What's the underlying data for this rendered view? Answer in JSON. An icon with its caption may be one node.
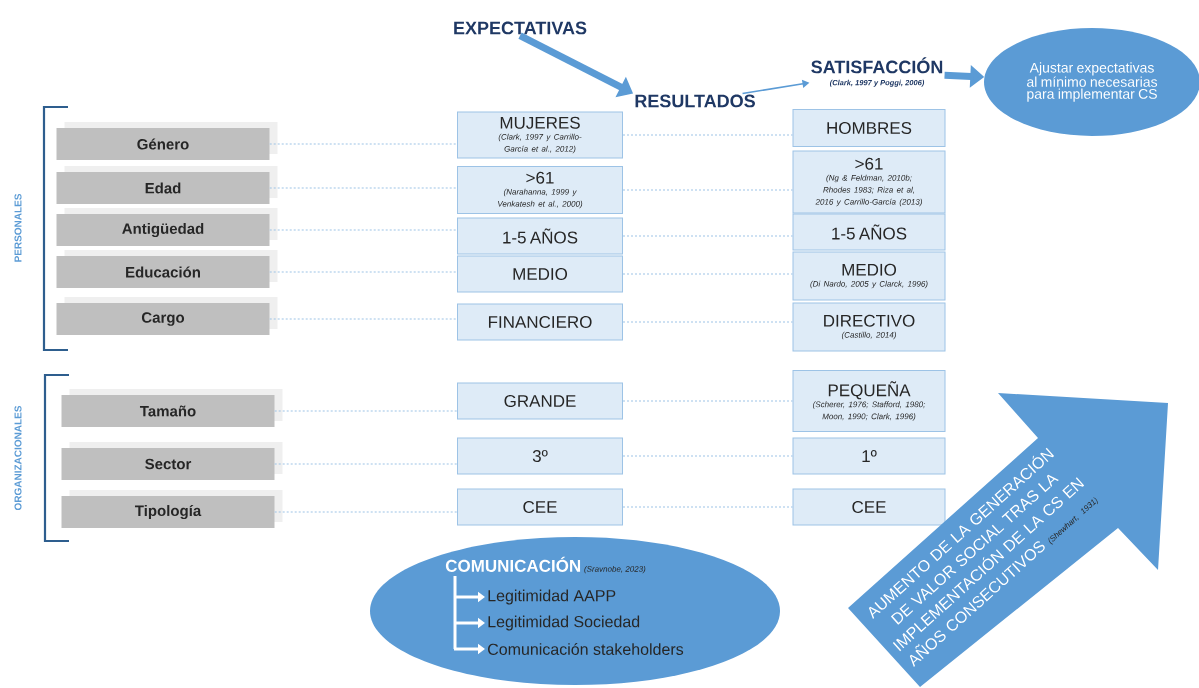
{
  "diagram": {
    "nodes": [
      {
        "text": [
          "EXPECTATIVAS"
        ]
      },
      {
        "text": [
          "RESULTADOS"
        ]
      },
      {
        "text": [
          "SATISFACCIÓN",
          "(Clark, 1997 y Poggi, 2006)"
        ]
      },
      {
        "text": [
          "Ajustar expectativas al mínimo necesarias para implementar CS"
        ]
      },
      {
        "text": [
          "Género"
        ]
      },
      {
        "text": [
          "Edad"
        ]
      },
      {
        "text": [
          "Antigüedad"
        ]
      },
      {
        "text": [
          "Educación"
        ]
      },
      {
        "text": [
          "Cargo"
        ]
      },
      {
        "text": [
          "Tamaño"
        ]
      },
      {
        "text": [
          "Sector"
        ]
      },
      {
        "text": [
          "Tipología"
        ]
      },
      {
        "text": [
          "MUJERES",
          "(Clark, 1997 y Carrillo-García et al., 2012)"
        ]
      },
      {
        "text": [
          ">61",
          "(Narahanna, 1999 y Venkatesh et al., 2000)"
        ]
      },
      {
        "text": [
          "1-5 AÑOS"
        ]
      },
      {
        "text": [
          "MEDIO"
        ]
      },
      {
        "text": [
          "FINANCIERO"
        ]
      },
      {
        "text": [
          "GRANDE"
        ]
      },
      {
        "text": [
          "3º"
        ]
      },
      {
        "text": [
          "CEE"
        ]
      },
      {
        "text": [
          "HOMBRES"
        ]
      },
      {
        "text": [
          ">61",
          "(Ng & Feldman, 2010b; Rhodes 1983; Riza et al, 2016 y Carrillo-García (2013)"
        ]
      },
      {
        "text": [
          "1-5 AÑOS"
        ]
      },
      {
        "text": [
          "MEDIO",
          "(Di Nardo, 2005 y Clarck, 1996)"
        ]
      },
      {
        "text": [
          "DIRECTIVO",
          "(Castillo, 2014)"
        ]
      },
      {
        "text": [
          "PEQUEÑA",
          "(Scherer, 1976; Stafford, 1980; Moon, 1990; Clark, 1996)"
        ]
      },
      {
        "text": [
          "1º"
        ]
      },
      {
        "text": [
          "CEE"
        ]
      },
      {
        "text": [
          "COMUNICACIÓN",
          "(Sravnobe, 2023)",
          "Legitimidad AAPP",
          "Legitimidad Sociedad",
          "Comunicación stakeholders"
        ]
      },
      {
        "text": [
          "AUMENTO DE LA GENERACIÓN DE VALOR SOCIAL TRAS LA IMPLEMENTACIÓN DE LA CS EN AÑOS CONSECUTIVOS",
          "(Shewhart, 1931)"
        ]
      }
    ],
    "edges": [
      {
        "from": 0,
        "to": 1,
        "arrow": "to",
        "style": "thick"
      },
      {
        "from": 1,
        "to": 2,
        "arrow": "to"
      },
      {
        "from": 2,
        "to": 3,
        "arrow": "to",
        "style": "thick"
      },
      {
        "from": 4,
        "to": 12,
        "arrow": "none",
        "style": "dashed",
        "color": "#9dc3e6"
      },
      {
        "from": 12,
        "to": 20,
        "arrow": "none",
        "style": "dashed",
        "color": "#9dc3e6"
      },
      {
        "from": 5,
        "to": 13,
        "arrow": "none",
        "style": "dashed",
        "color": "#9dc3e6"
      },
      {
        "from": 13,
        "to": 21,
        "arrow": "none",
        "style": "dashed",
        "color": "#9dc3e6"
      },
      {
        "from": 6,
        "to": 14,
        "arrow": "none",
        "style": "dashed",
        "color": "#9dc3e6"
      },
      {
        "from": 14,
        "to": 22,
        "arrow": "none",
        "style": "dashed",
        "color": "#9dc3e6"
      },
      {
        "from": 7,
        "to": 15,
        "arrow": "none",
        "style": "dashed",
        "color": "#9dc3e6"
      },
      {
        "from": 15,
        "to": 23,
        "arrow": "none",
        "style": "dashed",
        "color": "#9dc3e6"
      },
      {
        "from": 8,
        "to": 16,
        "arrow": "none",
        "style": "dashed",
        "color": "#9dc3e6"
      },
      {
        "from": 16,
        "to": 24,
        "arrow": "none",
        "style": "dashed",
        "color": "#9dc3e6"
      },
      {
        "from": 9,
        "to": 17,
        "arrow": "none",
        "style": "dashed",
        "color": "#9dc3e6"
      },
      {
        "from": 17,
        "to": 25,
        "arrow": "none",
        "style": "dashed",
        "color": "#9dc3e6"
      },
      {
        "from": 10,
        "to": 18,
        "arrow": "none",
        "style": "dashed",
        "color": "#9dc3e6"
      },
      {
        "from": 18,
        "to": 26,
        "arrow": "none",
        "style": "dashed",
        "color": "#9dc3e6"
      },
      {
        "from": 11,
        "to": 19,
        "arrow": "none",
        "style": "dashed",
        "color": "#9dc3e6"
      },
      {
        "from": 19,
        "to": 27,
        "arrow": "none",
        "style": "dashed",
        "color": "#9dc3e6"
      }
    ],
    "labels": [
      "PERSONALES",
      "ORGANIZACIONALES"
    ]
  }
}
